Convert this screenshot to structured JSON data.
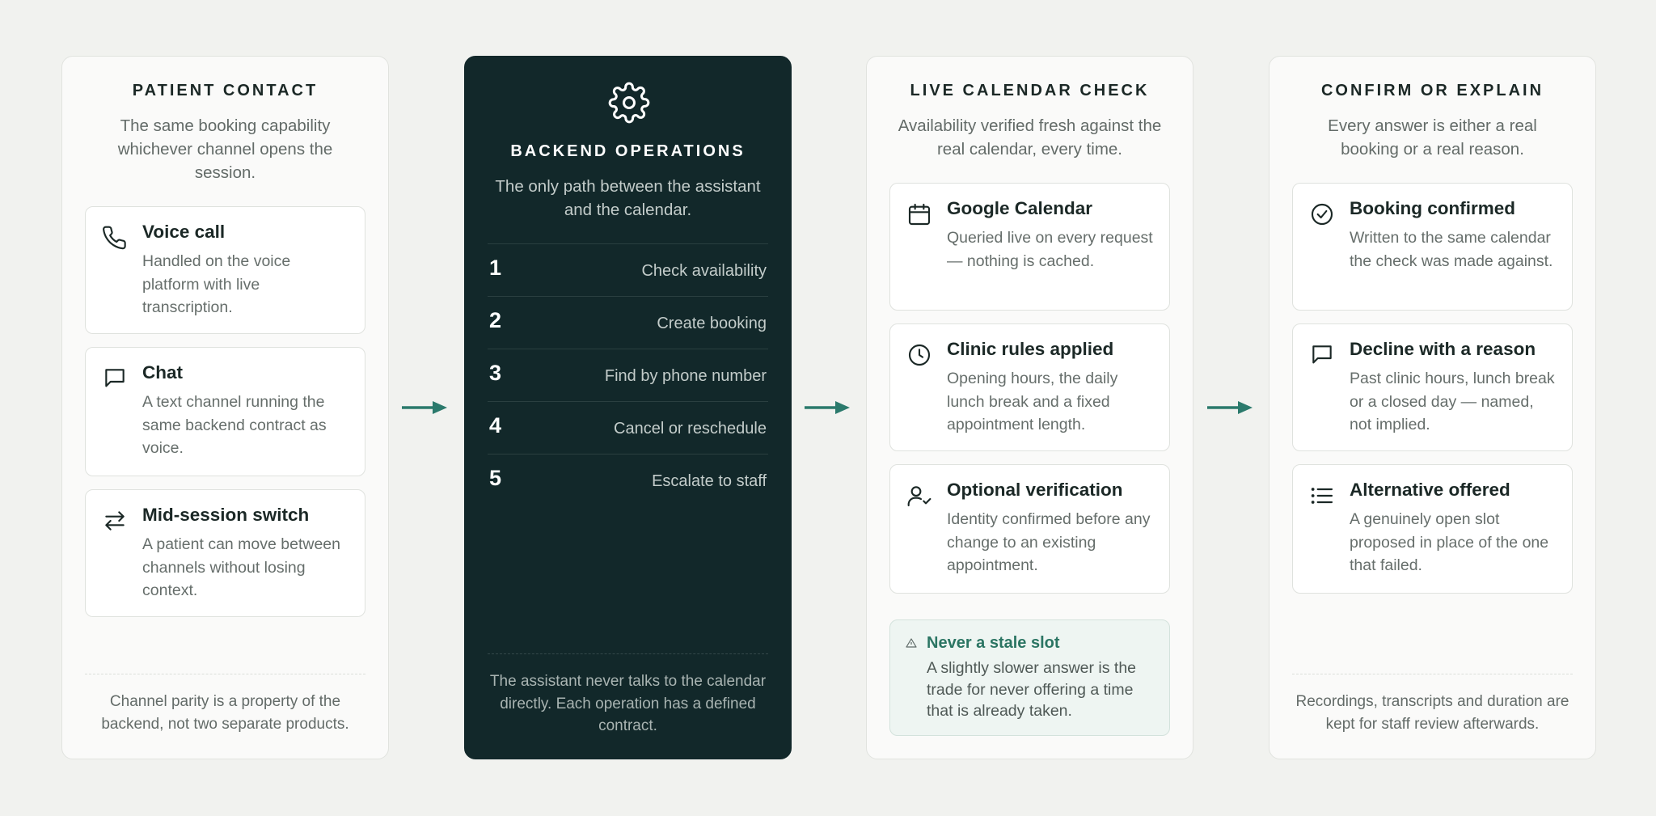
{
  "colors": {
    "background": "#f1f2ef",
    "dark_panel": "#12282a",
    "accent": "#2b7a6c",
    "callout_bg": "#eef5f2"
  },
  "patient_contact": {
    "title": "PATIENT CONTACT",
    "subtitle": "The same booking capability whichever channel opens the session.",
    "cards": [
      {
        "icon": "phone-icon",
        "title": "Voice call",
        "desc": "Handled on the voice platform with live transcription."
      },
      {
        "icon": "chat-icon",
        "title": "Chat",
        "desc": "A text channel running the same backend contract as voice."
      },
      {
        "icon": "switch-arrows-icon",
        "title": "Mid-session switch",
        "desc": "A patient can move between channels without losing context."
      }
    ],
    "footer": "Channel parity is a property of the backend, not two separate products."
  },
  "backend": {
    "icon": "gear-icon",
    "title": "BACKEND OPERATIONS",
    "subtitle": "The only path between the assistant and the calendar.",
    "operations": [
      {
        "num": "1",
        "label": "Check availability"
      },
      {
        "num": "2",
        "label": "Create booking"
      },
      {
        "num": "3",
        "label": "Find by phone number"
      },
      {
        "num": "4",
        "label": "Cancel or reschedule"
      },
      {
        "num": "5",
        "label": "Escalate to staff"
      }
    ],
    "footer": "The assistant never talks to the calendar directly. Each operation has a defined contract."
  },
  "calendar_check": {
    "title": "LIVE CALENDAR CHECK",
    "subtitle": "Availability verified fresh against the real calendar, every time.",
    "cards": [
      {
        "icon": "calendar-icon",
        "title": "Google Calendar",
        "desc": "Queried live on every request — nothing is cached."
      },
      {
        "icon": "clock-icon",
        "title": "Clinic rules applied",
        "desc": "Opening hours, the daily lunch break and a fixed appointment length."
      },
      {
        "icon": "user-check-icon",
        "title": "Optional verification",
        "desc": "Identity confirmed before any change to an existing appointment."
      }
    ],
    "callout": {
      "icon": "warning-icon",
      "title": "Never a stale slot",
      "desc": "A slightly slower answer is the trade for never offering a time that is already taken."
    }
  },
  "confirm": {
    "title": "CONFIRM OR EXPLAIN",
    "subtitle": "Every answer is either a real booking or a real reason.",
    "cards": [
      {
        "icon": "check-circle-icon",
        "title": "Booking confirmed",
        "desc": "Written to the same calendar the check was made against."
      },
      {
        "icon": "chat-icon",
        "title": "Decline with a reason",
        "desc": "Past clinic hours, lunch break or a closed day — named, not implied."
      },
      {
        "icon": "list-icon",
        "title": "Alternative offered",
        "desc": "A genuinely open slot proposed in place of the one that failed."
      }
    ],
    "footer": "Recordings, transcripts and duration are kept for staff review afterwards."
  }
}
